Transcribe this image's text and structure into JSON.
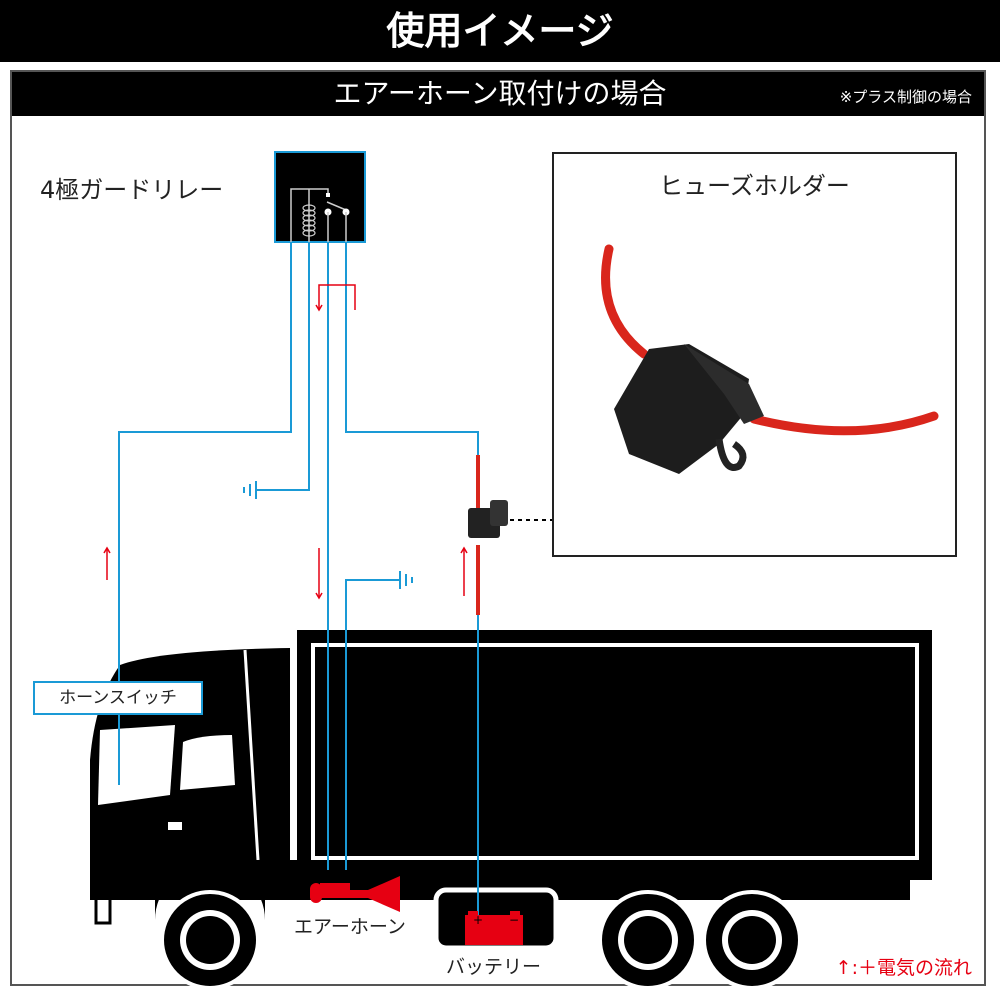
{
  "header": {
    "title": "使用イメージ"
  },
  "section": {
    "title": "エアーホーン取付けの場合",
    "note": "※プラス制御の場合"
  },
  "labels": {
    "relay": "4極ガードリレー",
    "fuse_holder": "ヒューズホルダー",
    "horn_switch": "ホーンスイッチ",
    "air_horn": "エアーホーン",
    "battery": "バッテリー",
    "battery_plus": "+",
    "battery_minus": "−"
  },
  "legend": {
    "arrow": "↑",
    "text": ":＋電気の流れ"
  },
  "colors": {
    "wire": "#1a9ad6",
    "current": "#e60012",
    "truck": "#000000"
  }
}
